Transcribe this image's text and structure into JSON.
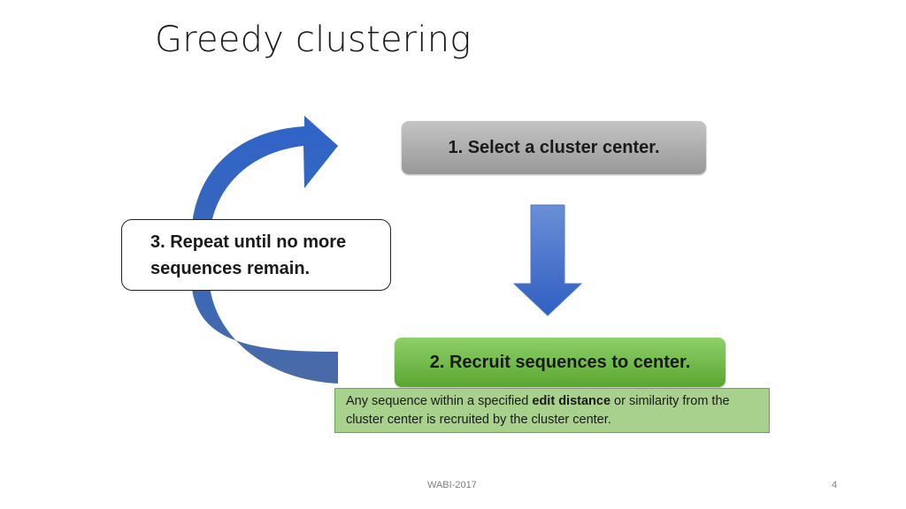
{
  "slide": {
    "title": "Greedy clustering",
    "steps": [
      {
        "label": "1. Select a cluster center."
      },
      {
        "label": "2. Recruit sequences to center."
      },
      {
        "label": "3. Repeat until no more sequences remain."
      }
    ],
    "note": {
      "before": "Any sequence within a specified ",
      "emphasis": "edit distance",
      "after": " or similarity from the cluster center is recruited by the cluster center."
    },
    "footer": {
      "center": "WABI-2017",
      "page": "4"
    }
  },
  "colors": {
    "arrow_blue": "#3a6fc4",
    "step1_gray": "#a6a6a6",
    "step2_green": "#70ad47",
    "note_green": "#a9d18e"
  },
  "icons": [
    "curved-arrow-icon",
    "down-arrow-icon"
  ]
}
